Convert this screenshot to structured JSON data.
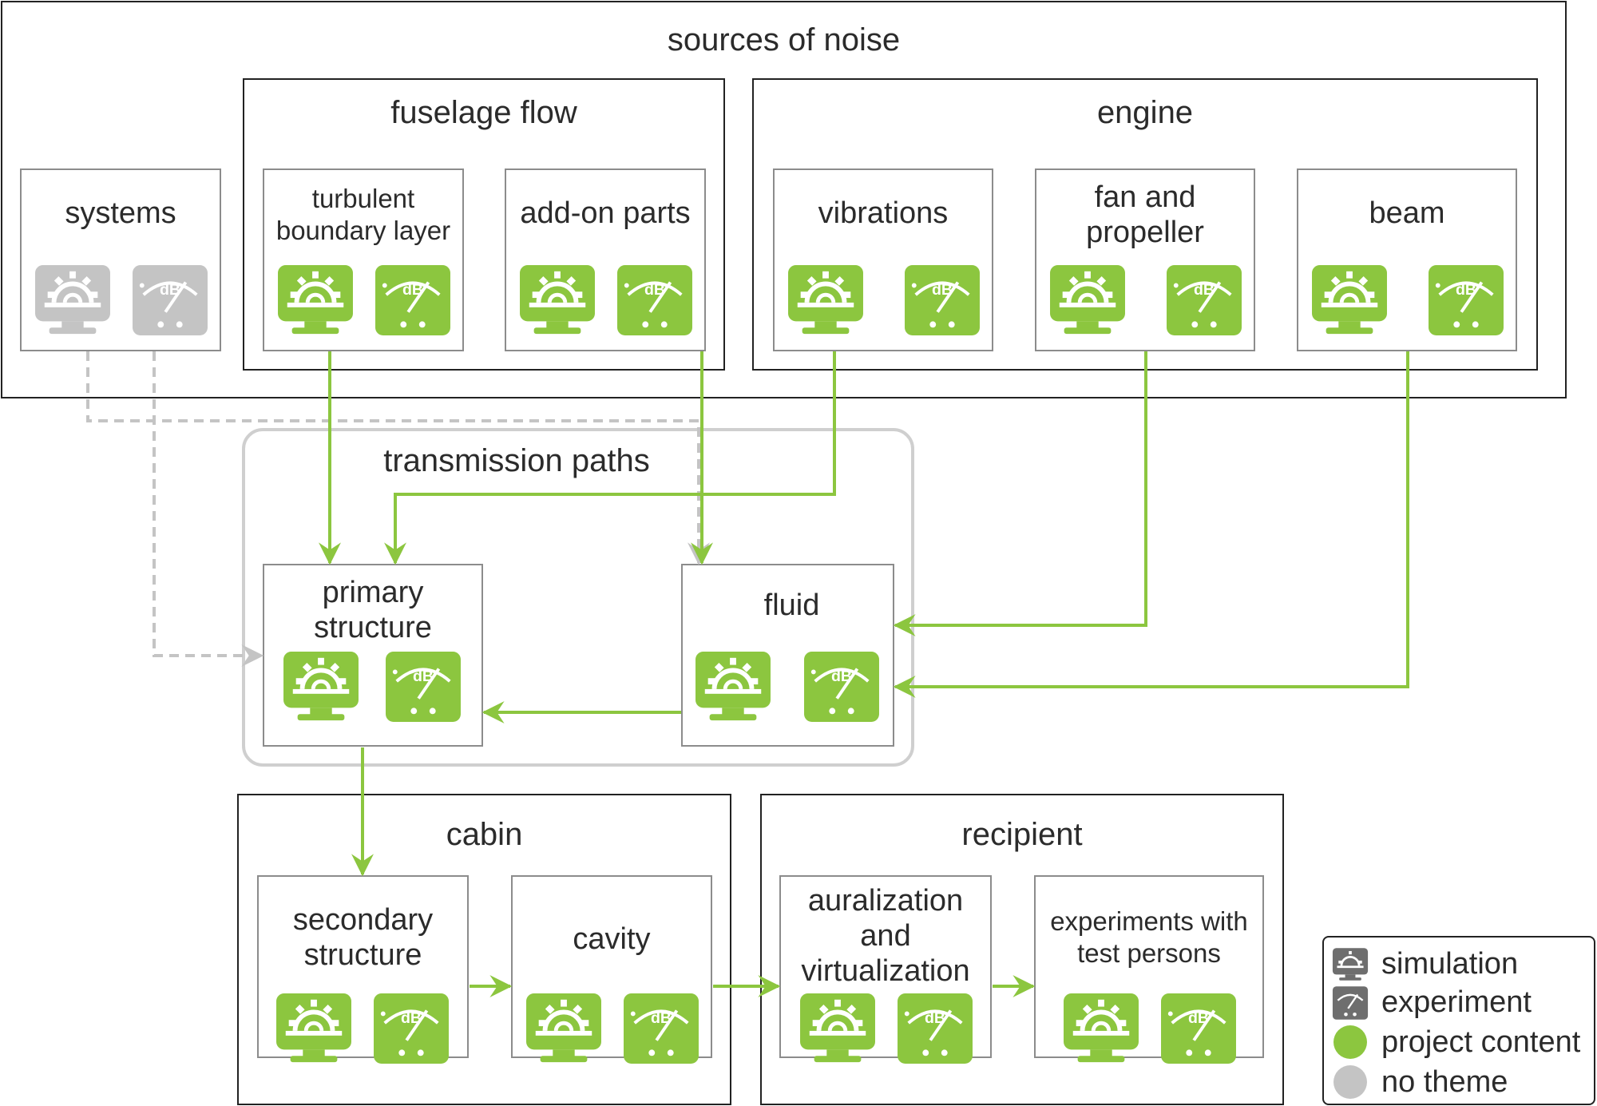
{
  "colors": {
    "project_content": "#8cc63f",
    "no_theme": "#c4c4c4",
    "legend_icon": "#6e6e6e",
    "border": "#222222"
  },
  "sources": {
    "title": "sources of noise",
    "systems": {
      "title": "systems"
    },
    "fuselage_flow": {
      "title": "fuselage flow",
      "turbulent": {
        "title": "turbulent boundary layer"
      },
      "addon": {
        "title": "add-on parts"
      }
    },
    "engine": {
      "title": "engine",
      "vibrations": {
        "title": "vibrations"
      },
      "fan": {
        "title": "fan and propeller"
      },
      "beam": {
        "title": "beam"
      }
    }
  },
  "transmission": {
    "title": "transmission paths",
    "primary": {
      "title": "primary structure"
    },
    "fluid": {
      "title": "fluid"
    }
  },
  "cabin": {
    "title": "cabin",
    "secondary": {
      "title": "secondary structure"
    },
    "cavity": {
      "title": "cavity"
    }
  },
  "recipient": {
    "title": "recipient",
    "auralization": {
      "title": "auralization and virtualization"
    },
    "experiments": {
      "title": "experiments with test persons"
    }
  },
  "legend": {
    "simulation": "simulation",
    "experiment": "experiment",
    "project_content": "project content",
    "no_theme": "no theme"
  },
  "icons": {
    "simulation": "gear-monitor-icon",
    "experiment": "db-meter-icon"
  }
}
